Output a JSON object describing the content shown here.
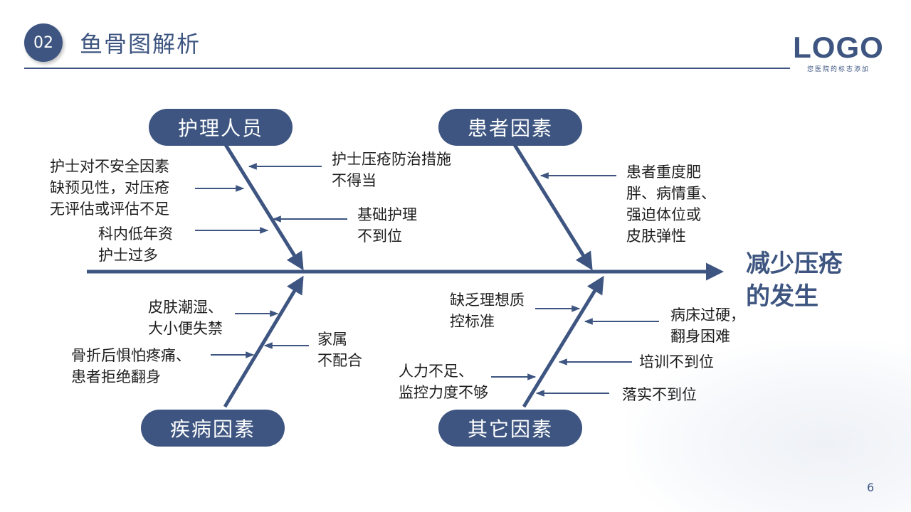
{
  "header": {
    "section_number": "02",
    "title": "鱼骨图解析",
    "logo_text": "LOGO",
    "logo_subtitle": "您医院的标志添加"
  },
  "fishbone": {
    "effect": "减少压疮\n的发生",
    "categories": {
      "top_left": "护理人员",
      "top_right": "患者因素",
      "bottom_left": "疾病因素",
      "bottom_right": "其它因素"
    },
    "causes": {
      "nursing_1": "护士对不安全因素\n缺预见性，对压疮\n无评估或评估不足",
      "nursing_2": "科内低年资\n护士过多",
      "nursing_3": "护士压疮防治措施\n不得当",
      "nursing_4": "基础护理\n不到位",
      "patient_1": "患者重度肥\n胖、病情重、\n强迫体位或\n皮肤弹性",
      "disease_1": "皮肤潮湿、\n大小便失禁",
      "disease_2": "骨折后惧怕疼痛、\n患者拒绝翻身",
      "disease_3": "家属\n不配合",
      "other_1": "缺乏理想质\n控标准",
      "other_2": "人力不足、\n监控力度不够",
      "other_3": "病床过硬，\n翻身困难",
      "other_4": "培训不到位",
      "other_5": "落实不到位"
    }
  },
  "footer": {
    "page_number": "6"
  },
  "colors": {
    "primary": "#3d5580",
    "text": "#1e1e1e",
    "background": "#ffffff"
  }
}
